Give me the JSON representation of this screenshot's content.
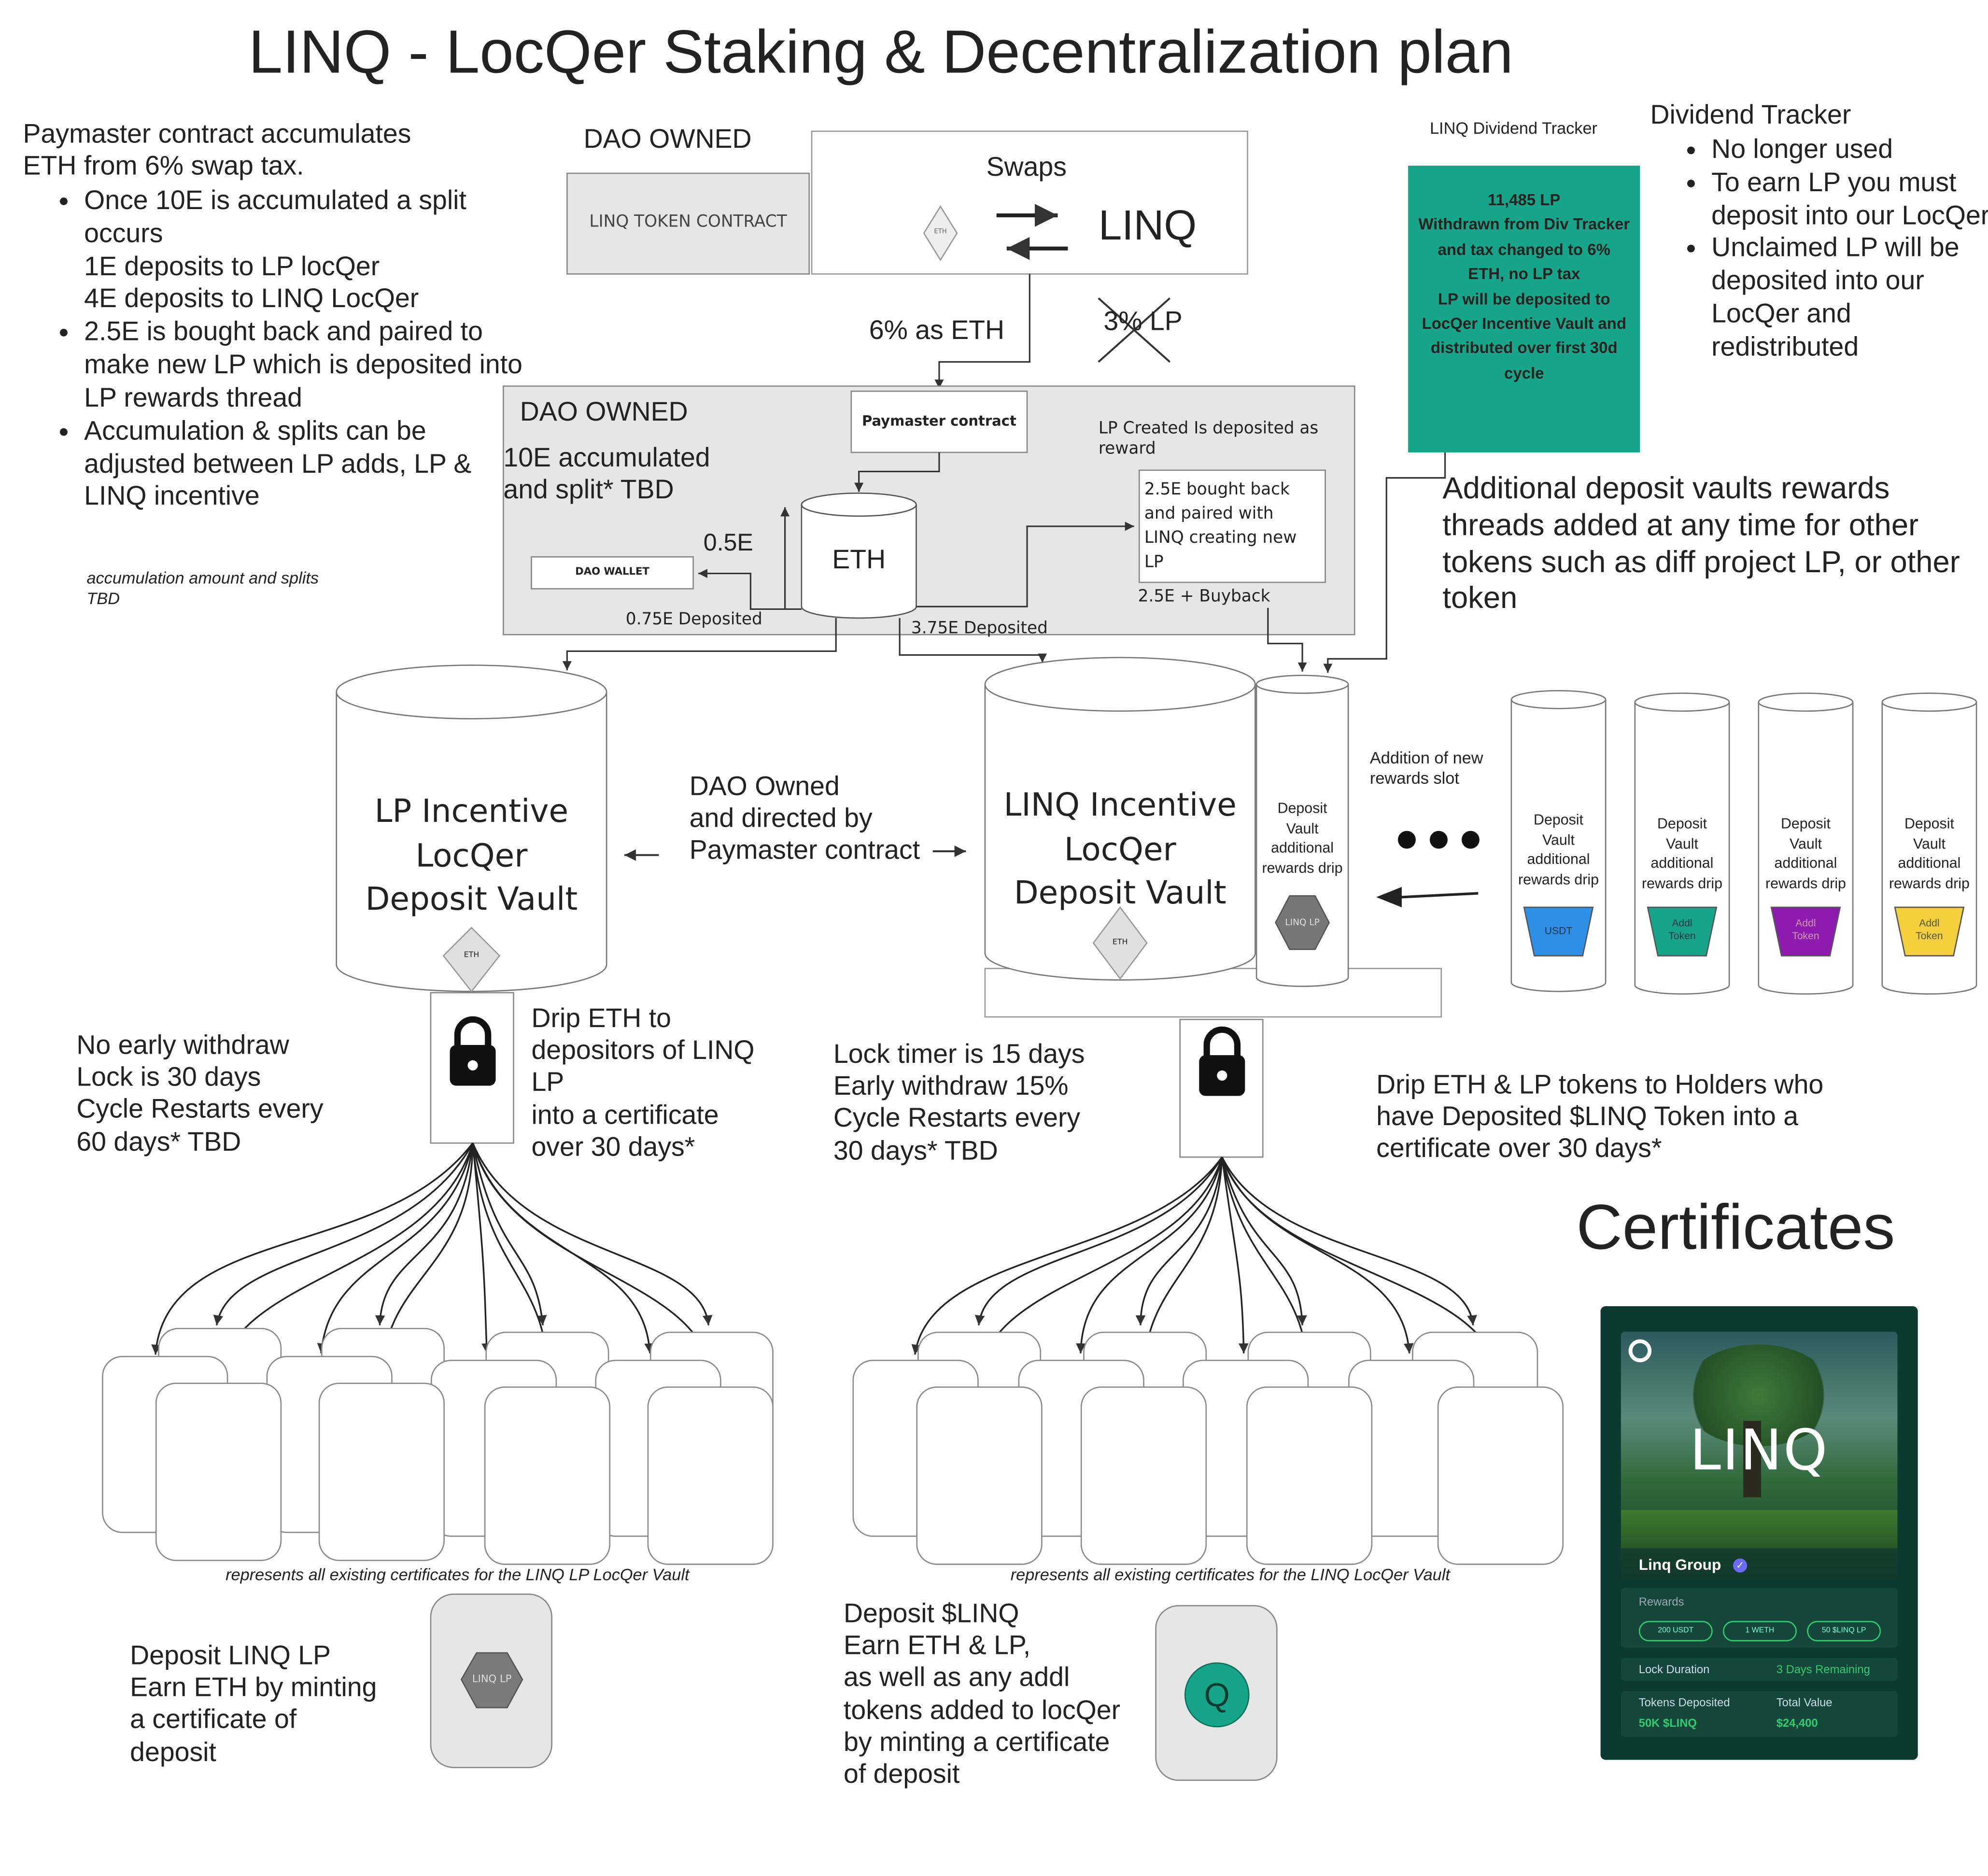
{
  "title": "LINQ - LocQer Staking & Decentralization plan",
  "left_notes": {
    "intro": "Paymaster contract accumulates\nETH from 6% swap tax.",
    "bullets": [
      "Once 10E is accumulated a split occurs\n1E deposits to LP locQer\n4E deposits to LINQ LocQer",
      "2.5E is bought back and paired to make new LP which is deposited into LP rewards thread",
      "Accumulation & splits can be adjusted between LP adds, LP & LINQ incentive"
    ],
    "footnote": "accumulation amount and splits\nTBD"
  },
  "top": {
    "dao_owned_1": "DAO OWNED",
    "token_contract": "LINQ TOKEN CONTRACT",
    "swaps": "Swaps",
    "eth_small": "ETH",
    "linq": "LINQ",
    "six_pct": "6% as ETH",
    "three_pct": "3% LP"
  },
  "dividend": {
    "label": "LINQ Dividend Tracker",
    "box": "11,485 LP\nWithdrawn from Div Tracker and tax changed to 6% ETH, no LP tax\nLP will be deposited to LocQer Incentive Vault and distributed over first 30d cycle",
    "box_color": "#17a589",
    "heading": "Dividend Tracker",
    "bullets": [
      "No longer used",
      "To earn LP you must deposit into our LocQer",
      "Unclaimed LP will be deposited into our LocQer and redistributed"
    ]
  },
  "dao_box": {
    "title": "DAO OWNED",
    "accumulated": "10E accumulated\nand split* TBD",
    "paymaster": "Paymaster contract",
    "lp_created": "LP Created Is deposited as\nreward",
    "buyback": "2.5E bought back\nand paired with\nLINQ creating new\nLP",
    "buyback_label": "2.5E + Buyback",
    "eth": "ETH",
    "half_e": "0.5E",
    "dao_wallet": "DAO WALLET",
    "dep_075": "0.75E Deposited",
    "dep_375": "3.75E Deposited"
  },
  "additional_vaults_text": "Additional deposit vaults rewards threads added at any time for other tokens such as diff project LP, or other token",
  "vault_lp": {
    "name": "LP Incentive\nLocQer\nDeposit Vault",
    "badge": "ETH"
  },
  "vault_linq": {
    "name": "LINQ Incentive\nLocQer\nDeposit Vault",
    "badge": "ETH"
  },
  "dao_directed": "DAO Owned\nand directed by\nPaymaster contract",
  "drip_slot": {
    "label": "Deposit\nVault\nadditional\nrewards drip",
    "token": "LINQ LP"
  },
  "new_slot_label": "Addition of new\nrewards slot",
  "extra_slots": [
    {
      "label": "Deposit\nVault\nadditional\nrewards drip",
      "token": "USDT",
      "color": "#2e8fe6"
    },
    {
      "label": "Deposit\nVault\nadditional\nrewards drip",
      "token": "Addl\nToken",
      "color": "#17a589"
    },
    {
      "label": "Deposit\nVault\nadditional\nrewards drip",
      "token": "Addl\nToken",
      "color": "#8e1bb0"
    },
    {
      "label": "Deposit\nVault\nadditional\nrewards drip",
      "token": "Addl\nToken",
      "color": "#f4d03f"
    }
  ],
  "lp_lock_text": "No early withdraw\nLock is 30 days\nCycle Restarts every\n60 days* TBD",
  "lp_drip_text": "Drip ETH to\ndepositors of LINQ\nLP\ninto a certificate\nover 30 days*",
  "linq_lock_text": "Lock timer is 15 days\nEarly withdraw 15%\nCycle Restarts every\n30 days* TBD",
  "linq_drip_text": "Drip ETH & LP tokens to Holders who\nhave Deposited $LINQ Token into a\ncertificate over 30 days*",
  "certificates_heading": "Certificates",
  "lp_caption": "represents all existing certificates for the LINQ LP LocQer Vault",
  "linq_caption": "represents all existing certificates for the LINQ LocQer Vault",
  "deposit_lp_text": "Deposit LINQ LP\nEarn ETH by minting\na certificate of\ndeposit",
  "deposit_lp_token": "LINQ LP",
  "deposit_linq_text": "Deposit $LINQ\nEarn ETH & LP,\nas well as any addl\ntokens added to locQer\nby minting a certificate\nof deposit",
  "deposit_linq_token": "Q",
  "cert_card": {
    "brand": "LINQ",
    "group": "Linq Group",
    "rewards_label": "Rewards",
    "rewards": [
      "200 USDT",
      "1 WETH",
      "50 $LINQ LP"
    ],
    "lock_label": "Lock Duration",
    "lock_value": "3 Days Remaining",
    "tokens_label": "Tokens Deposited",
    "tokens_value": "50K $LINQ",
    "total_label": "Total Value",
    "total_value": "$24,400"
  }
}
